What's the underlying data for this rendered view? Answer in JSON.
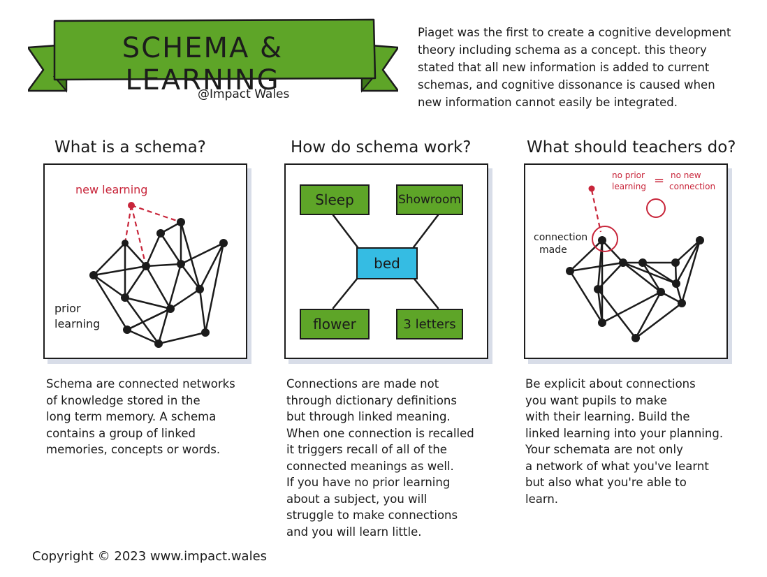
{
  "header": {
    "title": "SCHEMA & LEARNING",
    "handle": "@Impact Wales",
    "intro_lines": [
      "Piaget was the first to create a cognitive development",
      "theory including schema as a concept. this theory",
      "stated that all new information is added to current",
      "schemas, and cognitive dissonance is caused when",
      "new information cannot easily be integrated."
    ]
  },
  "columns": [
    {
      "heading": "What is a schema?",
      "labels": {
        "new_learning": "new learning",
        "prior_learning_1": "prior",
        "prior_learning_2": "learning"
      },
      "body_lines": [
        "Schema are connected networks",
        "of knowledge stored in the",
        "long term memory. A schema",
        "contains a group of linked",
        "memories, concepts or words."
      ]
    },
    {
      "heading": "How do schema work?",
      "boxes": {
        "top_left": "Sleep",
        "top_right": "Showroom",
        "center": "bed",
        "bottom_left": "flower",
        "bottom_right": "3 letters"
      },
      "body_lines": [
        "Connections are made not",
        "through dictionary definitions",
        "but through linked meaning.",
        "When one connection is recalled",
        "it triggers recall of all of the",
        "connected meanings as well.",
        "If you have no prior learning",
        "about a subject, you will",
        "struggle to make connections",
        "and you will learn little."
      ]
    },
    {
      "heading": "What should teachers do?",
      "labels": {
        "no_prior_1": "no prior",
        "no_prior_2": "learning",
        "equals": "=",
        "no_new_1": "no new",
        "no_new_2": "connection",
        "connection_made_1": "connection",
        "connection_made_2": "made"
      },
      "body_lines": [
        "Be explicit about connections",
        "you want pupils to make",
        "with their learning. Build the",
        "linked learning into your planning.",
        "Your schemata are not only",
        "a network of what you've learnt",
        "but also what you're able to",
        "learn."
      ]
    }
  ],
  "footer": {
    "copyright": "Copyright © 2023 www.impact.wales"
  },
  "colors": {
    "green": "#5ea528",
    "blue": "#35bce3",
    "red": "#c8253a",
    "ink": "#1b1b1b"
  }
}
